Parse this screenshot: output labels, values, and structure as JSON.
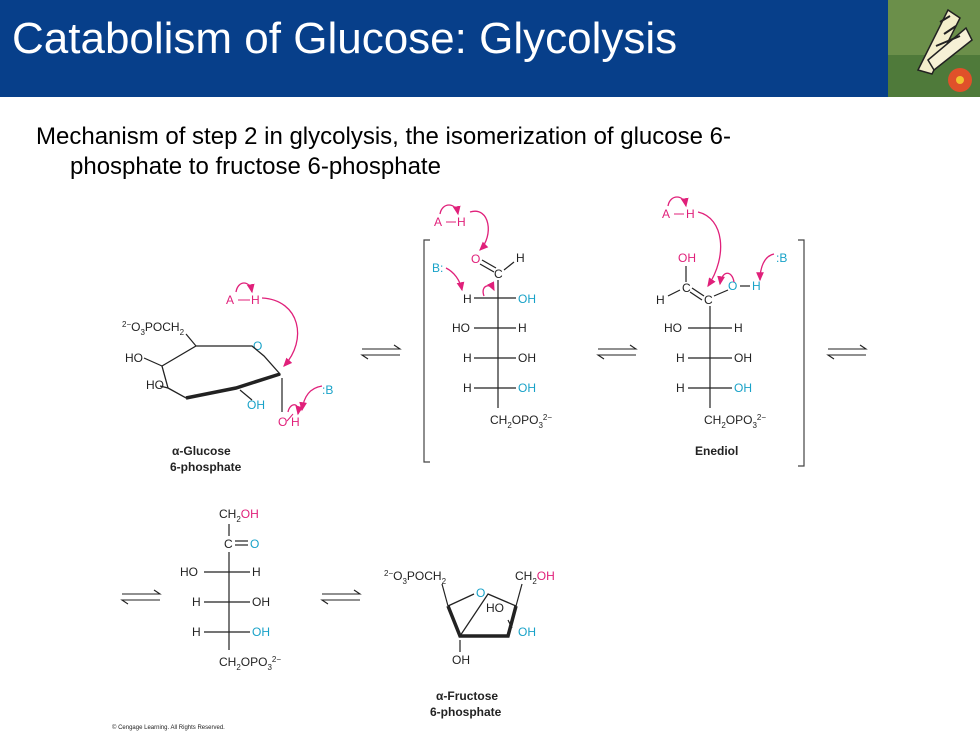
{
  "slide": {
    "title": "Catabolism of Glucose: Glycolysis",
    "subtitle_line1": "Mechanism of step 2 in glycolysis, the isomerization of glucose 6-",
    "subtitle_line2": "phosphate to fructose 6-phosphate",
    "copyright": "© Cengage Learning. All Rights Reserved."
  },
  "labels": {
    "glucose": [
      "α-Glucose",
      "6-phosphate"
    ],
    "enediol": "Enediol",
    "fructose": [
      "α-Fructose",
      "6-phosphate"
    ]
  },
  "colors": {
    "title_bar": "#073f8a",
    "magenta": "#e0207a",
    "cyan": "#18a2c8",
    "bond": "#222222"
  }
}
